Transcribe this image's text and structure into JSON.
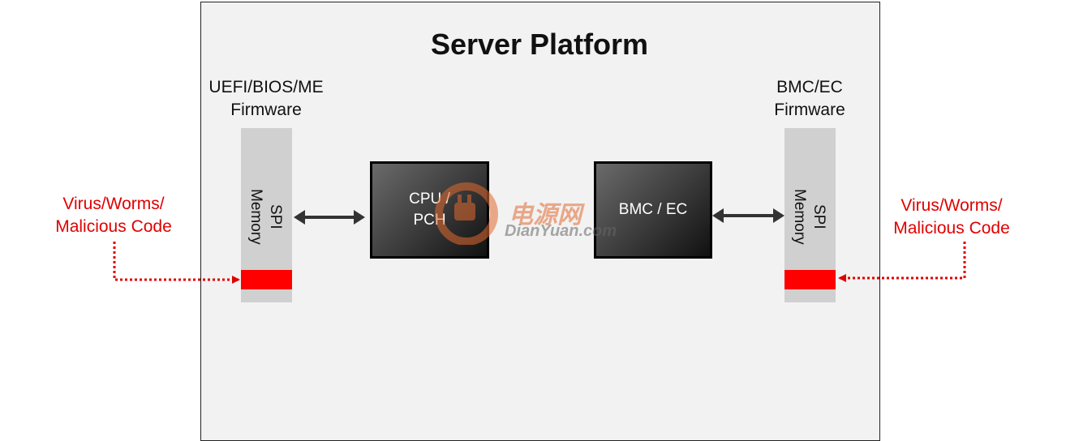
{
  "diagram": {
    "title": "Server Platform",
    "left_firmware": {
      "line1": "UEFI/BIOS/ME",
      "line2": "Firmware"
    },
    "right_firmware": {
      "line1": "BMC/EC",
      "line2": "Firmware"
    },
    "spi_memory": {
      "line1": "SPI",
      "line2": "Memory"
    },
    "cpu_chip": {
      "line1": "CPU /",
      "line2": "PCH"
    },
    "bmc_chip": {
      "label": "BMC / EC"
    },
    "threat": {
      "line1": "Virus/Worms/",
      "line2": "Malicious Code"
    },
    "watermark": {
      "cn": "电源网",
      "en": "DianYuan.com"
    }
  },
  "colors": {
    "threat": "#e00000",
    "red_block": "#ff0000",
    "spi_bar": "#d0d0d0",
    "platform_bg": "#f2f2f2",
    "arrow": "#333333"
  }
}
